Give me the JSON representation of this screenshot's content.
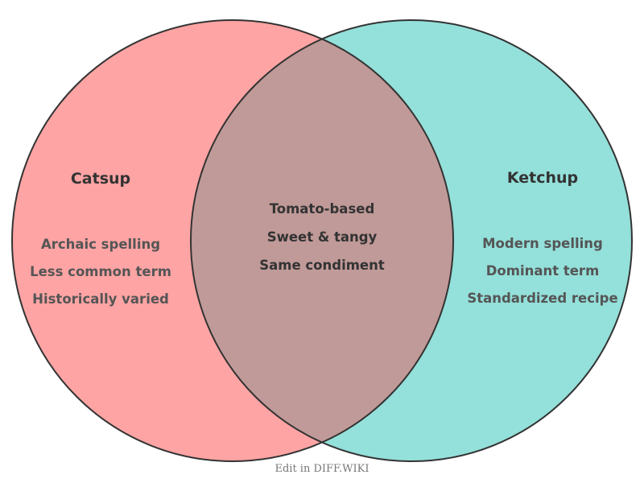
{
  "diagram": {
    "type": "venn",
    "colors": {
      "left_fill": "#ffa4a4",
      "right_fill": "#94e0da",
      "overlap_fill": "#c09a98",
      "stroke": "#333333"
    },
    "left": {
      "title": "Catsup",
      "items": [
        "Archaic spelling",
        "Less common term",
        "Historically varied"
      ]
    },
    "right": {
      "title": "Ketchup",
      "items": [
        "Modern spelling",
        "Dominant term",
        "Standardized recipe"
      ]
    },
    "overlap": {
      "items": [
        "Tomato-based",
        "Sweet & tangy",
        "Same condiment"
      ]
    }
  },
  "footer": {
    "label": "Edit in DIFF.WIKI"
  }
}
